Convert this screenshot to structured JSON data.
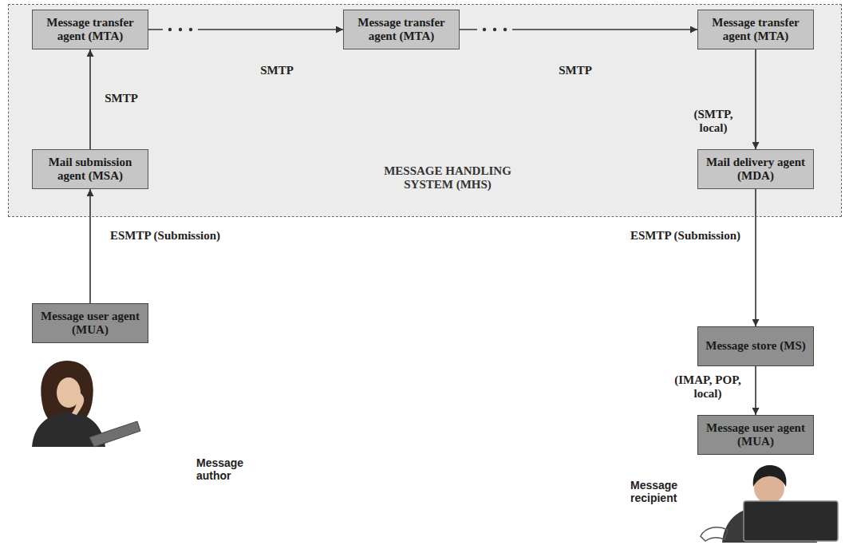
{
  "diagram": {
    "nodes": [
      {
        "text": [
          "MESSAGE HANDLING SYSTEM (MHS)"
        ]
      },
      {
        "text": [
          "Message transfer agent (MTA)"
        ],
        "in": 0
      },
      {
        "text": [
          "Message transfer agent (MTA)"
        ],
        "in": 0
      },
      {
        "text": [
          "Message transfer agent (MTA)"
        ],
        "in": 0
      },
      {
        "text": [
          "Mail submission agent (MSA)"
        ],
        "in": 0
      },
      {
        "text": [
          "Mail delivery agent (MDA)"
        ],
        "in": 0
      },
      {
        "text": [
          "Message user agent (MUA)"
        ]
      },
      {
        "text": [
          "Message store (MS)"
        ]
      },
      {
        "text": [
          "Message user agent (MUA)"
        ]
      }
    ],
    "edges": [
      {
        "from": 6,
        "to": 4,
        "arrow": "to",
        "label": "ESMTP (Submission)"
      },
      {
        "from": 4,
        "to": 1,
        "arrow": "to",
        "label": "SMTP"
      },
      {
        "from": 1,
        "to": 2,
        "arrow": "to",
        "label": "SMTP"
      },
      {
        "from": 2,
        "to": 3,
        "arrow": "to",
        "label": "SMTP"
      },
      {
        "from": 3,
        "to": 5,
        "arrow": "to",
        "label": "(SMTP, local)"
      },
      {
        "from": 5,
        "to": 7,
        "arrow": "to",
        "label": "ESMTP (Submission)"
      },
      {
        "from": 7,
        "to": 8,
        "arrow": "to",
        "label": "(IMAP, POP, local)"
      }
    ],
    "labels": [
      "Message author",
      "Message recipient"
    ]
  }
}
